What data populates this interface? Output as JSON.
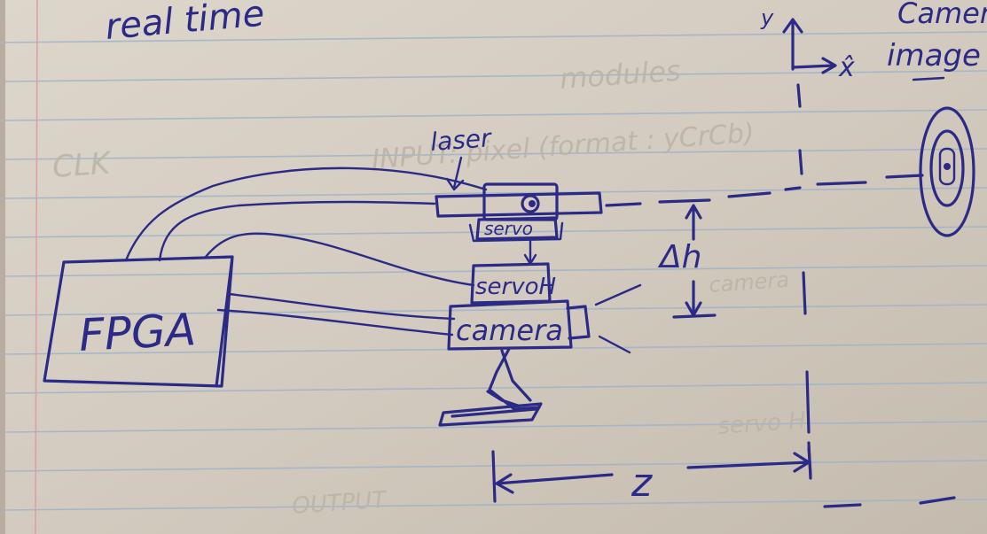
{
  "colors": {
    "ink": "#2b2a86",
    "paper": "#d6cfc4",
    "rule": "#9fb3c9",
    "margin": "#e19aa3"
  },
  "labels": {
    "title": "real time",
    "fpga": "FPGA",
    "laser": "laser",
    "servo": "servo",
    "servo_h": "servoH",
    "camera": "camera",
    "delta_h": "Δh",
    "z": "z",
    "axis_y": "y",
    "axis_x": "x̂",
    "camera_image_1": "Camer",
    "camera_image_2": "image"
  },
  "ghost_text": {
    "line1": "modules",
    "line2": "INPUT: pixel (format : yCrCb)",
    "line3": "CLK",
    "line4": "camera",
    "line5": "servo H",
    "line6": "OUTPUT"
  }
}
